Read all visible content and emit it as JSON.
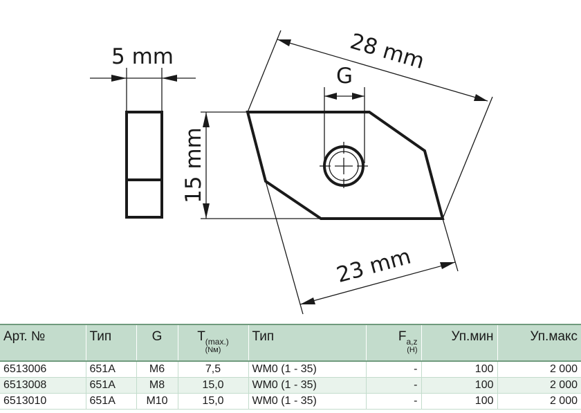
{
  "drawing": {
    "width_label": "5 mm",
    "height_label": "15 mm",
    "diagonal_label": "28 mm",
    "bottom_label": "23 mm",
    "thread_label": "G"
  },
  "table": {
    "headers": {
      "art": "Арт. №",
      "type": "Тип",
      "g": "G",
      "torque": "T",
      "torque_sub": "(max.)",
      "torque_unit": "(Nм)",
      "tip": "Тип",
      "force": "F",
      "force_sub": "a,z",
      "force_unit": "(H)",
      "min": "Уп.мин",
      "max": "Уп.макс"
    },
    "rows": [
      {
        "art": "6513006",
        "type": "651A",
        "g": "M6",
        "torque": "7,5",
        "tip": "WM0 (1 - 35)",
        "force": "-",
        "min": "100",
        "max": "2 000"
      },
      {
        "art": "6513008",
        "type": "651A",
        "g": "M8",
        "torque": "15,0",
        "tip": "WM0 (1 - 35)",
        "force": "-",
        "min": "100",
        "max": "2 000"
      },
      {
        "art": "6513010",
        "type": "651A",
        "g": "M10",
        "torque": "15,0",
        "tip": "WM0 (1 - 35)",
        "force": "-",
        "min": "100",
        "max": "2 000"
      }
    ]
  }
}
